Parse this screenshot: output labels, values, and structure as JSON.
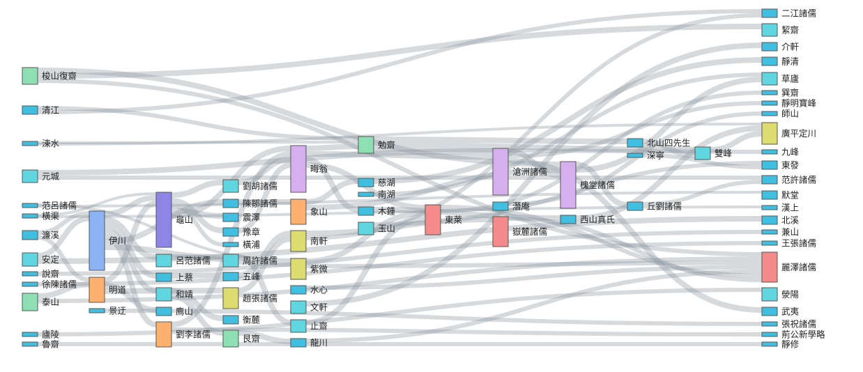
{
  "colors": {
    "cyan": "#40bfe0",
    "teal": "#5fd6e0",
    "mint": "#8ee0b4",
    "green_dark": "#6dd3a0",
    "violet": "#8e86e6",
    "lavender": "#d6b0ee",
    "blue": "#8cb4f5",
    "orange": "#fcb26e",
    "olive": "#dcdc70",
    "red": "#f58a8a",
    "link": "#8a959e"
  },
  "nodes": [
    {
      "id": "梭山復齋",
      "color": "mint"
    },
    {
      "id": "清江",
      "color": "cyan"
    },
    {
      "id": "涑水",
      "color": "cyan"
    },
    {
      "id": "元城",
      "color": "teal"
    },
    {
      "id": "范呂諸儒",
      "color": "cyan"
    },
    {
      "id": "橫渠",
      "color": "cyan"
    },
    {
      "id": "濂溪",
      "color": "cyan"
    },
    {
      "id": "安定",
      "color": "teal"
    },
    {
      "id": "說齋",
      "color": "cyan"
    },
    {
      "id": "徐陳諸儒",
      "color": "cyan"
    },
    {
      "id": "泰山",
      "color": "mint"
    },
    {
      "id": "廬陵",
      "color": "cyan"
    },
    {
      "id": "魯齋",
      "color": "cyan"
    },
    {
      "id": "伊川",
      "color": "blue"
    },
    {
      "id": "明道",
      "color": "orange"
    },
    {
      "id": "景迂",
      "color": "cyan"
    },
    {
      "id": "龜山",
      "color": "violet"
    },
    {
      "id": "呂范諸儒",
      "color": "teal"
    },
    {
      "id": "上蔡",
      "color": "cyan"
    },
    {
      "id": "和靖",
      "color": "teal"
    },
    {
      "id": "廌山",
      "color": "cyan"
    },
    {
      "id": "劉李諸儒",
      "color": "orange"
    },
    {
      "id": "劉胡諸儒",
      "color": "teal"
    },
    {
      "id": "陳鄒諸儒",
      "color": "cyan"
    },
    {
      "id": "震澤",
      "color": "cyan"
    },
    {
      "id": "豫章",
      "color": "cyan"
    },
    {
      "id": "橫浦",
      "color": "cyan"
    },
    {
      "id": "周許諸儒",
      "color": "teal"
    },
    {
      "id": "五峰",
      "color": "cyan"
    },
    {
      "id": "趙張諸儒",
      "color": "olive"
    },
    {
      "id": "衡麓",
      "color": "cyan"
    },
    {
      "id": "艮齋",
      "color": "mint"
    },
    {
      "id": "晦翁",
      "color": "lavender"
    },
    {
      "id": "象山",
      "color": "orange"
    },
    {
      "id": "南軒",
      "color": "olive"
    },
    {
      "id": "紫微",
      "color": "olive"
    },
    {
      "id": "水心",
      "color": "cyan"
    },
    {
      "id": "文軒",
      "color": "teal"
    },
    {
      "id": "止齋",
      "color": "teal"
    },
    {
      "id": "龍川",
      "color": "cyan"
    },
    {
      "id": "勉齋",
      "color": "mint"
    },
    {
      "id": "慈湖",
      "color": "cyan"
    },
    {
      "id": "南湖",
      "color": "cyan"
    },
    {
      "id": "木鍾",
      "color": "cyan"
    },
    {
      "id": "玉山",
      "color": "teal"
    },
    {
      "id": "東萊",
      "color": "red"
    },
    {
      "id": "滄洲諸儒",
      "color": "lavender"
    },
    {
      "id": "潛庵",
      "color": "cyan"
    },
    {
      "id": "嶽麓諸儒",
      "color": "red"
    },
    {
      "id": "槐堂諸儒",
      "color": "lavender"
    },
    {
      "id": "西山真氏",
      "color": "cyan"
    },
    {
      "id": "北山四先生",
      "color": "cyan"
    },
    {
      "id": "深寧",
      "color": "cyan"
    },
    {
      "id": "丘劉諸儒",
      "color": "cyan"
    },
    {
      "id": "雙峰",
      "color": "teal"
    },
    {
      "id": "二江諸儒",
      "color": "cyan"
    },
    {
      "id": "絜齋",
      "color": "teal"
    },
    {
      "id": "介軒",
      "color": "cyan"
    },
    {
      "id": "靜清",
      "color": "cyan"
    },
    {
      "id": "草廬",
      "color": "teal"
    },
    {
      "id": "巽齋",
      "color": "cyan"
    },
    {
      "id": "靜明寶峰",
      "color": "cyan"
    },
    {
      "id": "師山",
      "color": "cyan"
    },
    {
      "id": "廣平定川",
      "color": "olive"
    },
    {
      "id": "九峰",
      "color": "cyan"
    },
    {
      "id": "東發",
      "color": "cyan"
    },
    {
      "id": "范許諸儒",
      "color": "cyan"
    },
    {
      "id": "默堂",
      "color": "cyan"
    },
    {
      "id": "漢上",
      "color": "cyan"
    },
    {
      "id": "北溪",
      "color": "cyan"
    },
    {
      "id": "兼山",
      "color": "cyan"
    },
    {
      "id": "王張諸儒",
      "color": "cyan"
    },
    {
      "id": "麗澤諸儒",
      "color": "red"
    },
    {
      "id": "滎陽",
      "color": "teal"
    },
    {
      "id": "武夷",
      "color": "cyan"
    },
    {
      "id": "張祝諸儒",
      "color": "cyan"
    },
    {
      "id": "荊公新學略",
      "color": "cyan"
    },
    {
      "id": "靜修",
      "color": "cyan"
    }
  ],
  "links": [
    {
      "source": "梭山復齋",
      "target": "槐堂諸儒"
    },
    {
      "source": "梭山復齋",
      "target": "絜齋"
    },
    {
      "source": "梭山復齋",
      "target": "麗澤諸儒"
    },
    {
      "source": "清江",
      "target": "勉齋"
    },
    {
      "source": "清江",
      "target": "二江諸儒"
    },
    {
      "source": "涑水",
      "target": "勉齋"
    },
    {
      "source": "涑水",
      "target": "廣平定川"
    },
    {
      "source": "元城",
      "target": "滄洲諸儒"
    },
    {
      "source": "元城",
      "target": "范許諸儒"
    },
    {
      "source": "范呂諸儒",
      "target": "紫微"
    },
    {
      "source": "范呂諸儒",
      "target": "默堂"
    },
    {
      "source": "橫渠",
      "target": "龜山"
    },
    {
      "source": "橫渠",
      "target": "漢上"
    },
    {
      "source": "濂溪",
      "target": "伊川"
    },
    {
      "source": "濂溪",
      "target": "明道"
    },
    {
      "source": "安定",
      "target": "伊川"
    },
    {
      "source": "安定",
      "target": "北溪"
    },
    {
      "source": "說齋",
      "target": "兼山"
    },
    {
      "source": "徐陳諸儒",
      "target": "王張諸儒"
    },
    {
      "source": "泰山",
      "target": "明道"
    },
    {
      "source": "泰山",
      "target": "麗澤諸儒"
    },
    {
      "source": "廬陵",
      "target": "滎陽"
    },
    {
      "source": "魯齋",
      "target": "靜修"
    },
    {
      "source": "伊川",
      "target": "龜山"
    },
    {
      "source": "伊川",
      "target": "呂范諸儒"
    },
    {
      "source": "伊川",
      "target": "上蔡"
    },
    {
      "source": "伊川",
      "target": "和靖"
    },
    {
      "source": "伊川",
      "target": "劉李諸儒"
    },
    {
      "source": "伊川",
      "target": "陳鄒諸儒"
    },
    {
      "source": "伊川",
      "target": "周許諸儒"
    },
    {
      "source": "明道",
      "target": "龜山"
    },
    {
      "source": "明道",
      "target": "廌山"
    },
    {
      "source": "明道",
      "target": "趙張諸儒"
    },
    {
      "source": "景迂",
      "target": "張祝諸儒"
    },
    {
      "source": "龜山",
      "target": "劉胡諸儒"
    },
    {
      "source": "龜山",
      "target": "豫章"
    },
    {
      "source": "龜山",
      "target": "橫浦"
    },
    {
      "source": "龜山",
      "target": "震澤"
    },
    {
      "source": "龜山",
      "target": "晦翁"
    },
    {
      "source": "呂范諸儒",
      "target": "紫微"
    },
    {
      "source": "上蔡",
      "target": "五峰"
    },
    {
      "source": "和靖",
      "target": "衡麓"
    },
    {
      "source": "和靖",
      "target": "艮齋"
    },
    {
      "source": "劉李諸儒",
      "target": "晦翁"
    },
    {
      "source": "劉李諸儒",
      "target": "荊公新學略"
    },
    {
      "source": "劉胡諸儒",
      "target": "晦翁"
    },
    {
      "source": "陳鄒諸儒",
      "target": "象山"
    },
    {
      "source": "豫章",
      "target": "晦翁"
    },
    {
      "source": "周許諸儒",
      "target": "止齋"
    },
    {
      "source": "五峰",
      "target": "南軒"
    },
    {
      "source": "趙張諸儒",
      "target": "南軒"
    },
    {
      "source": "艮齋",
      "target": "龍川"
    },
    {
      "source": "晦翁",
      "target": "勉齋"
    },
    {
      "source": "晦翁",
      "target": "滄洲諸儒"
    },
    {
      "source": "晦翁",
      "target": "木鍾"
    },
    {
      "source": "晦翁",
      "target": "東萊"
    },
    {
      "source": "象山",
      "target": "慈湖"
    },
    {
      "source": "象山",
      "target": "槐堂諸儒"
    },
    {
      "source": "南軒",
      "target": "嶽麓諸儒"
    },
    {
      "source": "南軒",
      "target": "二江諸儒"
    },
    {
      "source": "紫微",
      "target": "東萊"
    },
    {
      "source": "紫微",
      "target": "麗澤諸儒"
    },
    {
      "source": "水心",
      "target": "麗澤諸儒"
    },
    {
      "source": "文軒",
      "target": "介軒"
    },
    {
      "source": "止齋",
      "target": "東萊"
    },
    {
      "source": "龍川",
      "target": "麗澤諸儒"
    },
    {
      "source": "勉齋",
      "target": "北山四先生"
    },
    {
      "source": "勉齋",
      "target": "雙峰"
    },
    {
      "source": "勉齋",
      "target": "九峰"
    },
    {
      "source": "慈湖",
      "target": "靜清"
    },
    {
      "source": "南湖",
      "target": "草廬"
    },
    {
      "source": "木鍾",
      "target": "西山真氏"
    },
    {
      "source": "玉山",
      "target": "東發"
    },
    {
      "source": "東萊",
      "target": "麗澤諸儒"
    },
    {
      "source": "東萊",
      "target": "巽齋"
    },
    {
      "source": "滄洲諸儒",
      "target": "槐堂諸儒"
    },
    {
      "source": "滄洲諸儒",
      "target": "靜明寶峰"
    },
    {
      "source": "滄洲諸儒",
      "target": "武夷"
    },
    {
      "source": "潛庵",
      "target": "師山"
    },
    {
      "source": "嶽麓諸儒",
      "target": "麗澤諸儒"
    },
    {
      "source": "槐堂諸儒",
      "target": "丘劉諸儒"
    },
    {
      "source": "槐堂諸儒",
      "target": "草廬"
    },
    {
      "source": "西山真氏",
      "target": "廣平定川"
    },
    {
      "source": "北山四先生",
      "target": "雙峰"
    },
    {
      "source": "深寧",
      "target": "東發"
    },
    {
      "source": "丘劉諸儒",
      "target": "范許諸儒"
    },
    {
      "source": "雙峰",
      "target": "廣平定川"
    }
  ]
}
